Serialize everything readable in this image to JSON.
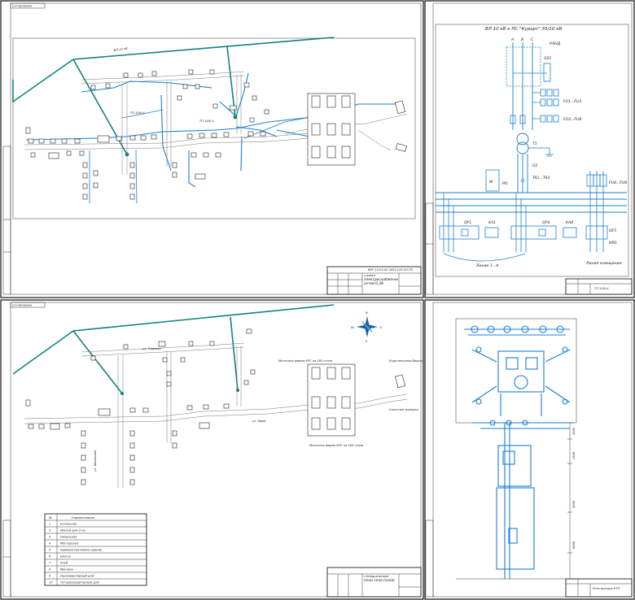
{
  "sheet1": {
    "stamp_title": "Схема электроснабжения сетей 0,38",
    "title_block_code": "ВКР 13.03.02.2023.129 ЭЭ.ПЗ",
    "line_hv_label": "ВЛ-10 кВ",
    "line_tp_label": "ТП-10/0,4",
    "top_left_stamp": "Согласовано"
  },
  "sheet2": {
    "header": "ВЛ 10 кВ к ПС \"Курорт\" 35/10 кВ",
    "labels": {
      "pt": "РЛНД",
      "qs1": "QS1",
      "fu": "FU1...FU3",
      "fu2": "FU3...FU8",
      "t1": "T1",
      "ta": "TA1...TA3",
      "pi": "PI1",
      "qf": "QF1",
      "qf2": "QF4",
      "ka": "KA1",
      "ka2": "KA4",
      "qf3": "QF5",
      "km": "KM1",
      "fu3": "FU4...FU6",
      "lines": "Линии 1...4",
      "street": "Линия освещения",
      "phase_a": "A",
      "phase_b": "B",
      "phase_c": "C"
    },
    "stamp_title": "ТП 10/0,4"
  },
  "sheet3": {
    "stamp_title": "Генеральный план села (села)",
    "top_left_stamp": "Согласовано",
    "street_1": "ул. Садовая",
    "street_2": "ул. Мира",
    "street_3": "ул. Школьная",
    "farm_1": "Молочная ферма КРС на 200 голов",
    "farm_2": "Молочная ферма КРС на 200 голов",
    "tower": "Водонапорная башня",
    "silage": "Силосная траншея",
    "compass": {
      "n": "N",
      "s": "S",
      "e": "E",
      "w": "W"
    },
    "legend": {
      "header": [
        "№",
        "Наименование"
      ],
      "rows": [
        [
          "1",
          "Котельная"
        ],
        [
          "2",
          "Жилой дом 2 кв."
        ],
        [
          "3",
          "Начальная"
        ],
        [
          "4",
          "Мастерская"
        ],
        [
          "5",
          "Административное здание"
        ],
        [
          "6",
          "Школа"
        ],
        [
          "7",
          "Клуб"
        ],
        [
          "8",
          "Магазин"
        ],
        [
          "9",
          "Одноквартирный дом"
        ],
        [
          "10",
          "Четырехквартирный дом"
        ]
      ]
    }
  },
  "sheet4": {
    "stamp_title": "Конструкция КТП",
    "dims": [
      "1800",
      "2500",
      "4500",
      "6000"
    ]
  }
}
